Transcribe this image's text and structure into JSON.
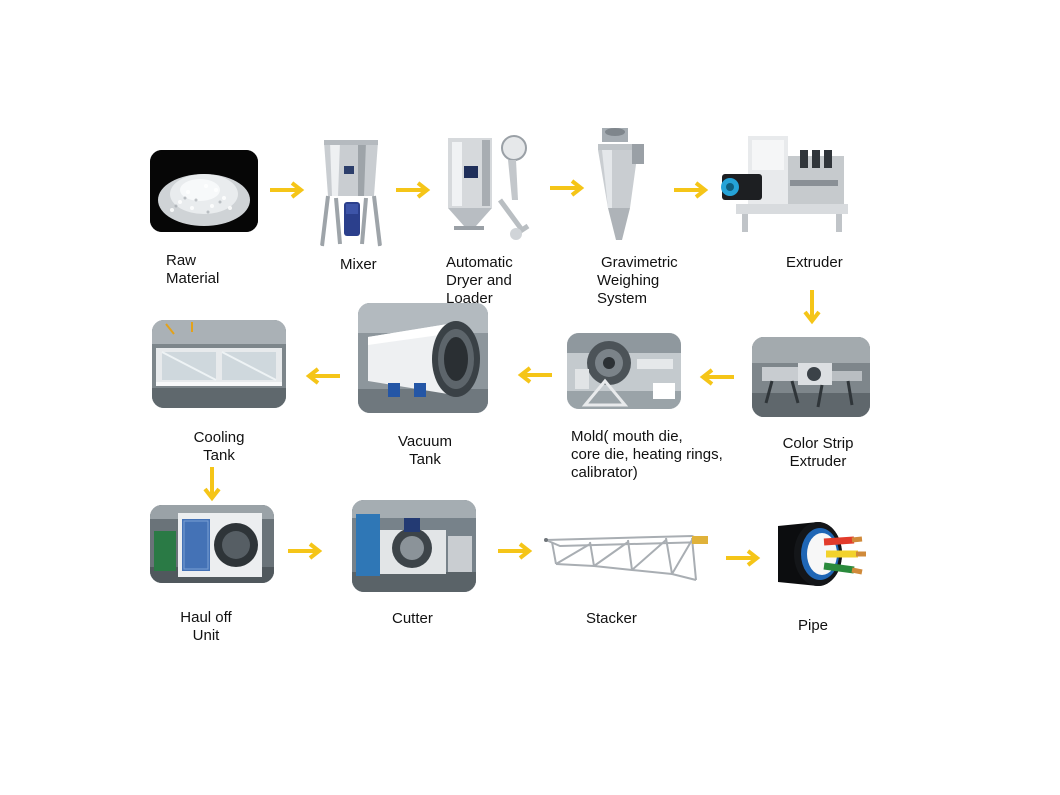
{
  "steps": {
    "raw_material": {
      "line1": "Raw",
      "line2": "Material"
    },
    "mixer": {
      "line1": "Mixer"
    },
    "dryer": {
      "line1": "Automatic",
      "line2": "Dryer and",
      "line3": "Loader"
    },
    "gravimetric": {
      "line1": "Gravimetric",
      "line2": "Weighing",
      "line3": "System"
    },
    "extruder": {
      "line1": "Extruder"
    },
    "color_strip": {
      "line1": "Color Strip",
      "line2": "Extruder"
    },
    "mold": {
      "line1": "Mold( mouth die,",
      "line2": "core die, heating rings,",
      "line3": "calibrator)"
    },
    "vacuum": {
      "line1": "Vacuum",
      "line2": "Tank"
    },
    "cooling": {
      "line1": "Cooling",
      "line2": "Tank"
    },
    "haul_off": {
      "line1": "Haul off",
      "line2": "Unit"
    },
    "cutter": {
      "line1": "Cutter"
    },
    "stacker": {
      "line1": "Stacker"
    },
    "pipe": {
      "line1": "Pipe"
    }
  },
  "colors": {
    "arrow": "#F5C518",
    "label_text": "#111111",
    "background": "#FFFFFF"
  }
}
